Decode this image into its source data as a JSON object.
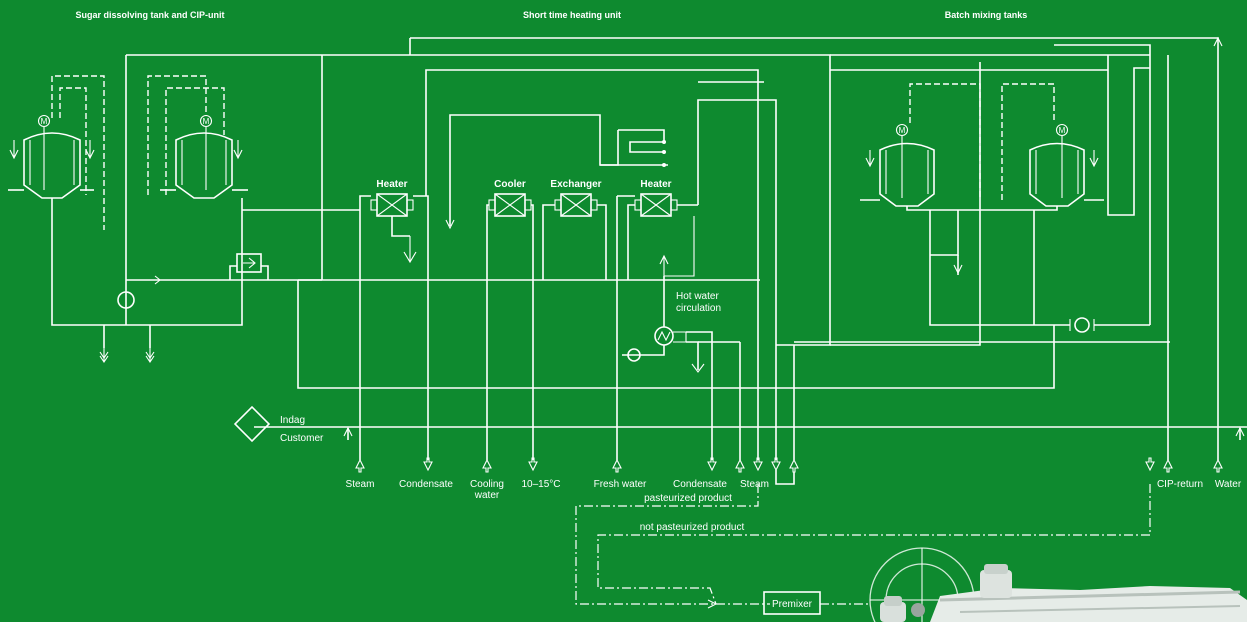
{
  "sections": {
    "sugar": "Sugar dissolving tank and CIP-unit",
    "heating": "Short time heating unit",
    "batch": "Batch mixing tanks"
  },
  "units": {
    "heater1": "Heater",
    "cooler": "Cooler",
    "exchanger": "Exchanger",
    "heater2": "Heater"
  },
  "circulation": {
    "line1": "Hot water",
    "line2": "circulation"
  },
  "boundary": {
    "supplier": "Indag",
    "customer": "Customer"
  },
  "utilities": {
    "steam1": "Steam",
    "condensate1": "Condensate",
    "cooling_water_1": "Cooling",
    "cooling_water_2": "water",
    "temp_range": "10–15°C",
    "fresh_water": "Fresh water",
    "condensate2": "Condensate",
    "steam2": "Steam",
    "cip_return": "CIP-return",
    "water": "Water"
  },
  "product_lines": {
    "pasteurized": "pasteurized product",
    "not_pasteurized": "not pasteurized product"
  },
  "premixer": "Premixer",
  "colors": {
    "background": "#0e8a2f",
    "lines": "#ffffff"
  }
}
